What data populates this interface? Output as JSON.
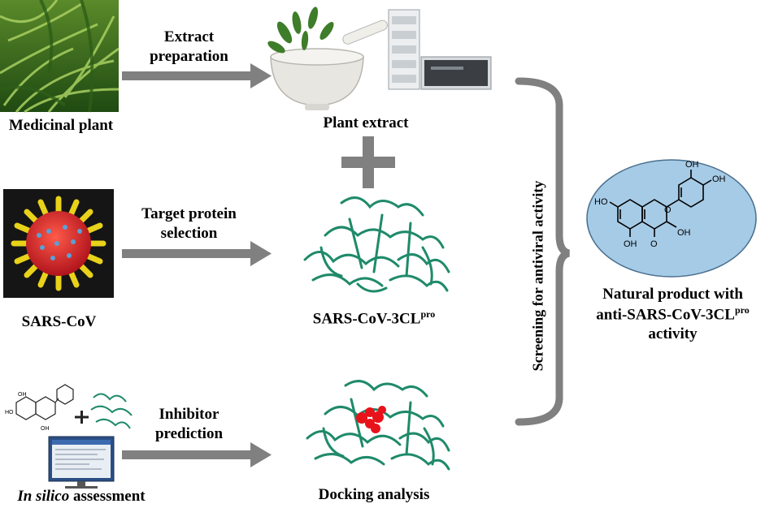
{
  "labels": {
    "medicinal_plant": "Medicinal plant",
    "extract_preparation_1": "Extract",
    "extract_preparation_2": "preparation",
    "plant_extract": "Plant extract",
    "target_protein_1": "Target protein",
    "target_protein_2": "selection",
    "sars_cov": "SARS-CoV",
    "sars_cov_3cl": "SARS-CoV-3CL",
    "sars_cov_3cl_sup": "pro",
    "inhibitor_1": "Inhibitor",
    "inhibitor_2": "prediction",
    "in_silico_italic": "In silico",
    "in_silico_rest": " assessment",
    "docking_analysis": "Docking analysis",
    "screening": "Screening for antiviral activity",
    "natural_product_1": "Natural product with",
    "natural_product_2a": "anti-SARS-CoV-3CL",
    "natural_product_2sup": "pro",
    "natural_product_3": "activity"
  },
  "molecule": {
    "atoms": [
      "OH",
      "OH",
      "HO",
      "O",
      "OH",
      "OH",
      "O"
    ]
  },
  "colors": {
    "arrow": "#808080",
    "ellipse_fill": "#a6cbe6",
    "ellipse_stroke": "#4a6f8f",
    "protein": "#1f8a6a",
    "virus_body": "#d8262c",
    "virus_spike": "#e8d21a",
    "ligand": "#e8121a"
  },
  "icons": [
    "plant-photo",
    "mortar-pestle-icon",
    "lab-instrument-icon",
    "virus-icon",
    "protein-icon",
    "computer-icon",
    "plus-icon",
    "brace-icon"
  ]
}
